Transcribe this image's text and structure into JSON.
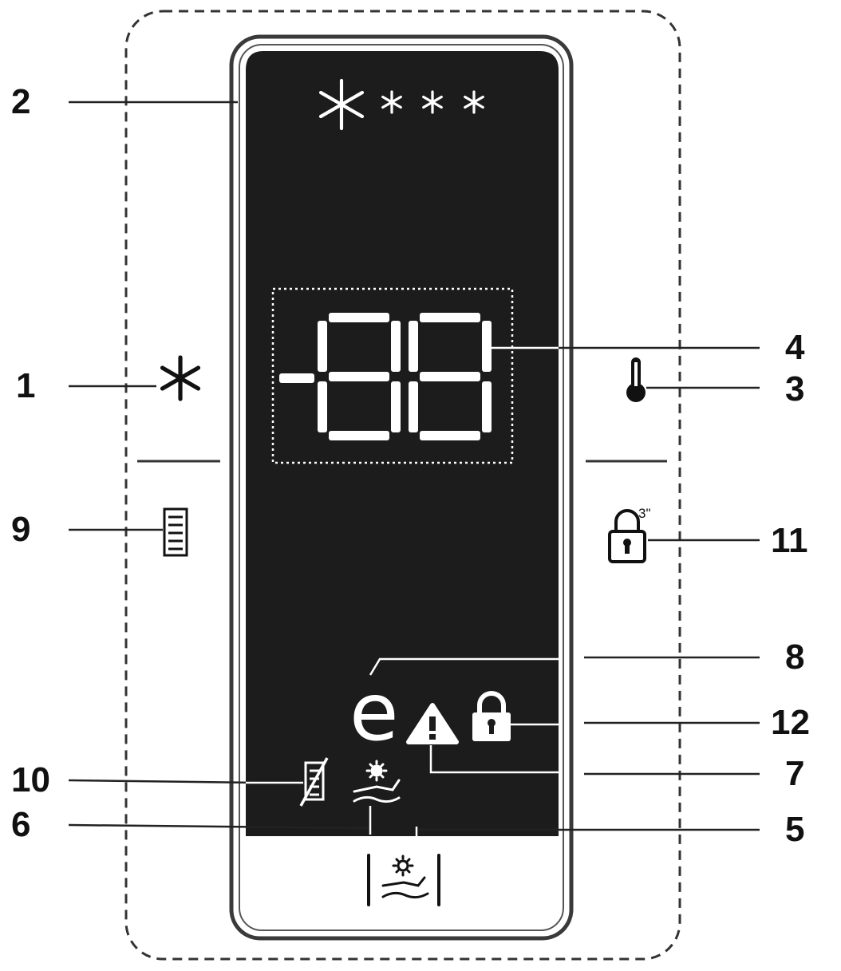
{
  "callouts": {
    "c1": "1",
    "c2": "2",
    "c3": "3",
    "c4": "4",
    "c5": "5",
    "c6": "6",
    "c7": "7",
    "c8": "8",
    "c9": "9",
    "c10": "10",
    "c11": "11",
    "c12": "12"
  },
  "display": {
    "sign": "-",
    "digits": "88",
    "eco_symbol": "e",
    "lock_timer_label": "3\""
  },
  "colors": {
    "panel_background": "#1c1c1c",
    "panel_frame": "#3a3a3a",
    "display_symbols": "#ffffff",
    "leader_lines": "#222222",
    "page_background": "#ffffff"
  },
  "icons": [
    "snowflake-icon",
    "freezer-level-snowflake-icon",
    "thermometer-icon",
    "filter-icon",
    "lock-timer-icon",
    "eco-icon",
    "alarm-icon",
    "lock-icon",
    "filter-reset-icon",
    "ice-maker-off-icon",
    "ice-maker-button-icon"
  ]
}
